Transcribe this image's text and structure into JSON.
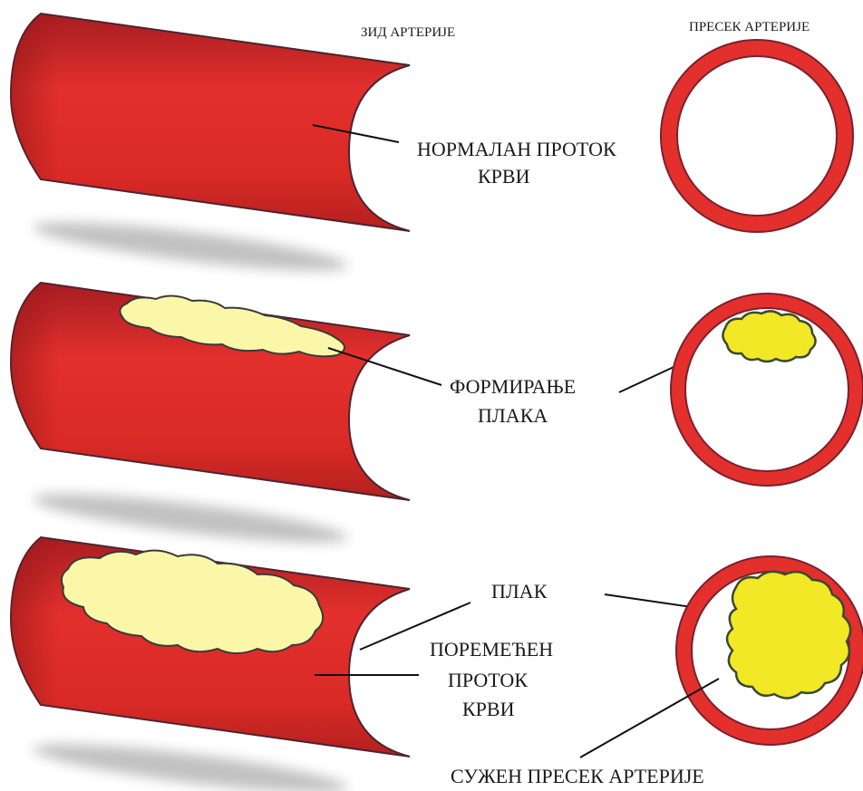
{
  "headers": {
    "wall": "ЗИД АРТЕРИЈЕ",
    "cross_section": "ПРЕСЕК АРТЕРИЈЕ"
  },
  "stage1": {
    "label_line1": "НОРМАЛАН ПРОТОК",
    "label_line2": "КРВИ"
  },
  "stage2": {
    "label_line1": "ФОРМИРАЊЕ",
    "label_line2": "ПЛАКА"
  },
  "stage3": {
    "plaque_label": "ПЛАК",
    "flow_line1": "ПОРЕМЕЋЕН",
    "flow_line2": "ПРОТОК",
    "flow_line3": "КРВИ",
    "narrowed_label": "СУЖЕН ПРЕСЕК АРТЕРИЈЕ"
  },
  "colors": {
    "artery_red": "#e3302c",
    "artery_dark": "#9c1c1c",
    "plaque_pale": "#fbf7a8",
    "plaque_yellow": "#f2e826",
    "lumen": "#ffffff"
  }
}
